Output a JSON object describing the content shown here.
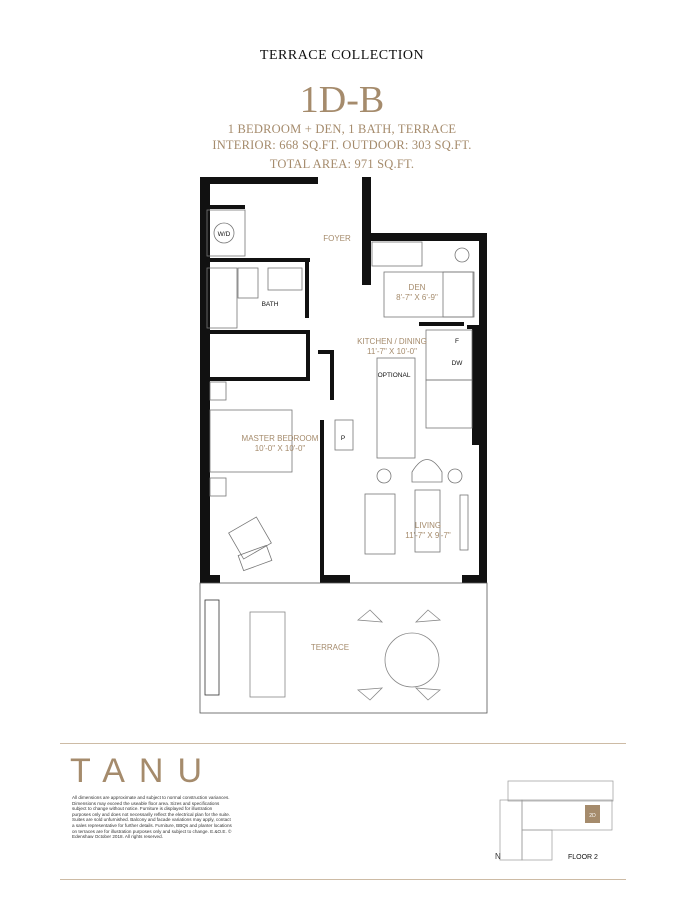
{
  "header": {
    "collection": "TERRACE COLLECTION",
    "unit_name": "1D-B",
    "description": "1 BEDROOM + DEN, 1 BATH, TERRACE",
    "areas": "INTERIOR: 668 SQ.FT. OUTDOOR: 303 SQ.FT.",
    "total": "TOTAL AREA: 971 SQ.FT."
  },
  "rooms": {
    "foyer": "FOYER",
    "wd": "W/D",
    "bath": "BATH",
    "den": "DEN",
    "den_dim": "8'-7\" X 6'-9\"",
    "kitchen": "KITCHEN / DINING",
    "kitchen_dim": "11'-7\" X 10'-0\"",
    "optional": "OPTIONAL",
    "fridge": "F",
    "dishwasher": "DW",
    "pantry": "P",
    "master": "MASTER BEDROOM",
    "master_dim": "10'-0\" X 10'-0\"",
    "living": "LIVING",
    "living_dim": "11'-7\" X 9'-7\"",
    "terrace": "TERRACE"
  },
  "footer": {
    "logo": "TANU",
    "disclaimer": "All dimensions are approximate and subject to normal construction variances. Dimensions may exceed the useable floor area. Sizes and specifications subject to change without notice. Furniture is displayed for illustration purposes only and does not necessarily reflect the electrical plan for the suite. Suites are sold unfurnished. Balcony and facade variations may apply, contact a sales representative for further details. Furniture, BBQs and planter locations on terraces are for illustration purposes only and subject to change. E.&O.E. © Edenshaw October 2018. All rights reserved.",
    "north": "N",
    "floor": "FLOOR 2",
    "highlight_unit": "2D"
  },
  "colors": {
    "accent": "#a58b6c",
    "wall": "#111111"
  }
}
